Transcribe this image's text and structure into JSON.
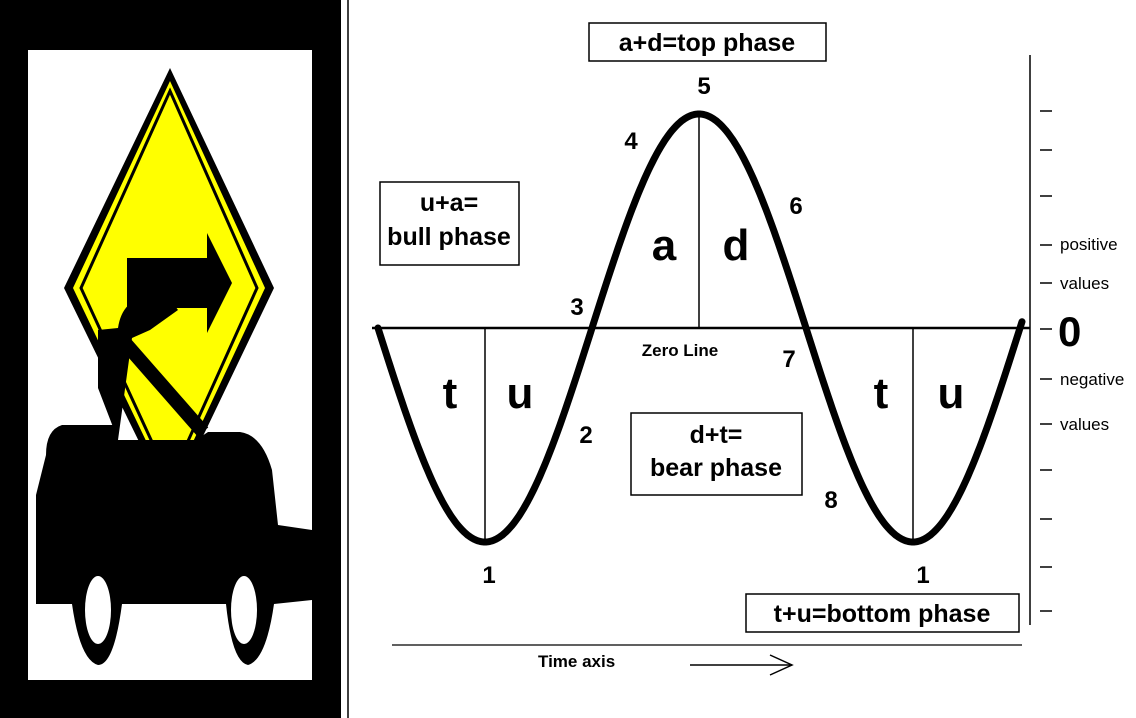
{
  "diagram": {
    "labels": {
      "top_phase": "a+d=top phase",
      "bull_phase_line1": "u+a=",
      "bull_phase_line2": "bull phase",
      "bear_phase_line1": "d+t=",
      "bear_phase_line2": "bear phase",
      "bottom_phase": "t+u=bottom phase",
      "zero_line": "Zero Line",
      "time_axis": "Time axis"
    },
    "segment_letters": {
      "t_left": "t",
      "u_left": "u",
      "a": "a",
      "d": "d",
      "t_right": "t",
      "u_right": "u"
    },
    "point_numbers": {
      "p1_left": "1",
      "p2": "2",
      "p3": "3",
      "p4": "4",
      "p5": "5",
      "p6": "6",
      "p7": "7",
      "p8": "8",
      "p1_right": "1"
    },
    "axis_labels": {
      "positive": "positive",
      "values_upper": "values",
      "zero": "0",
      "negative": "negative",
      "values_lower": "values"
    }
  },
  "illustration": {
    "icons": [
      "car-icon",
      "road-sign-right-arrow-icon"
    ],
    "colors": {
      "sign_yellow": "#ffff00",
      "frame_black": "#000000"
    }
  }
}
